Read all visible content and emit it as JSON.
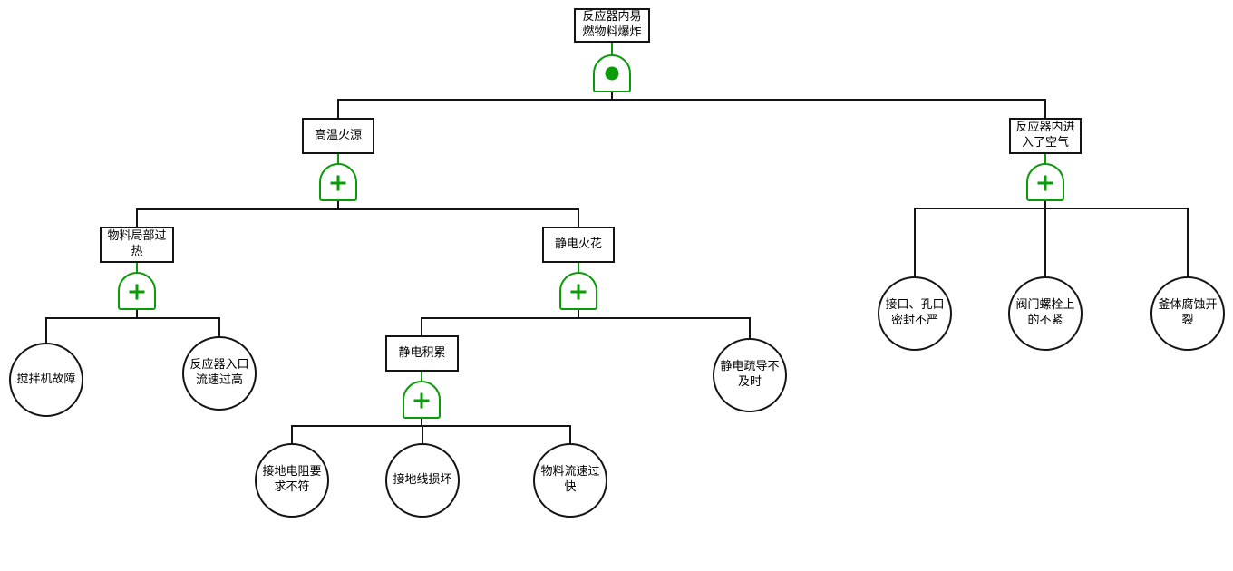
{
  "diagram": {
    "type": "fault-tree",
    "colors": {
      "gate_green": "#0a9a0a",
      "line_black": "#141414",
      "background": "#ffffff"
    },
    "symbols": {
      "top_gate": "and-gate-dot",
      "branch_gates": "or-gate-plus"
    },
    "events": {
      "top": "反应器内易燃物料爆炸",
      "heat_source": "高温火源",
      "air_ingress": "反应器内进入了空气",
      "local_overheat": "物料局部过热",
      "static_spark": "静电火花",
      "mixer_failure": "搅拌机故障",
      "inlet_velocity_high": "反应器入口流速过高",
      "static_accumulation": "静电积累",
      "static_discharge_late": "静电疏导不及时",
      "ground_resistance_bad": "接地电阻要求不符",
      "ground_wire_damaged": "接地线损坏",
      "material_velocity_fast": "物料流速过快",
      "port_seal_poor": "接口、孔口密封不严",
      "valve_bolt_loose": "阀门螺栓上的不紧",
      "vessel_corrosion_crack": "釜体腐蚀开裂"
    }
  }
}
